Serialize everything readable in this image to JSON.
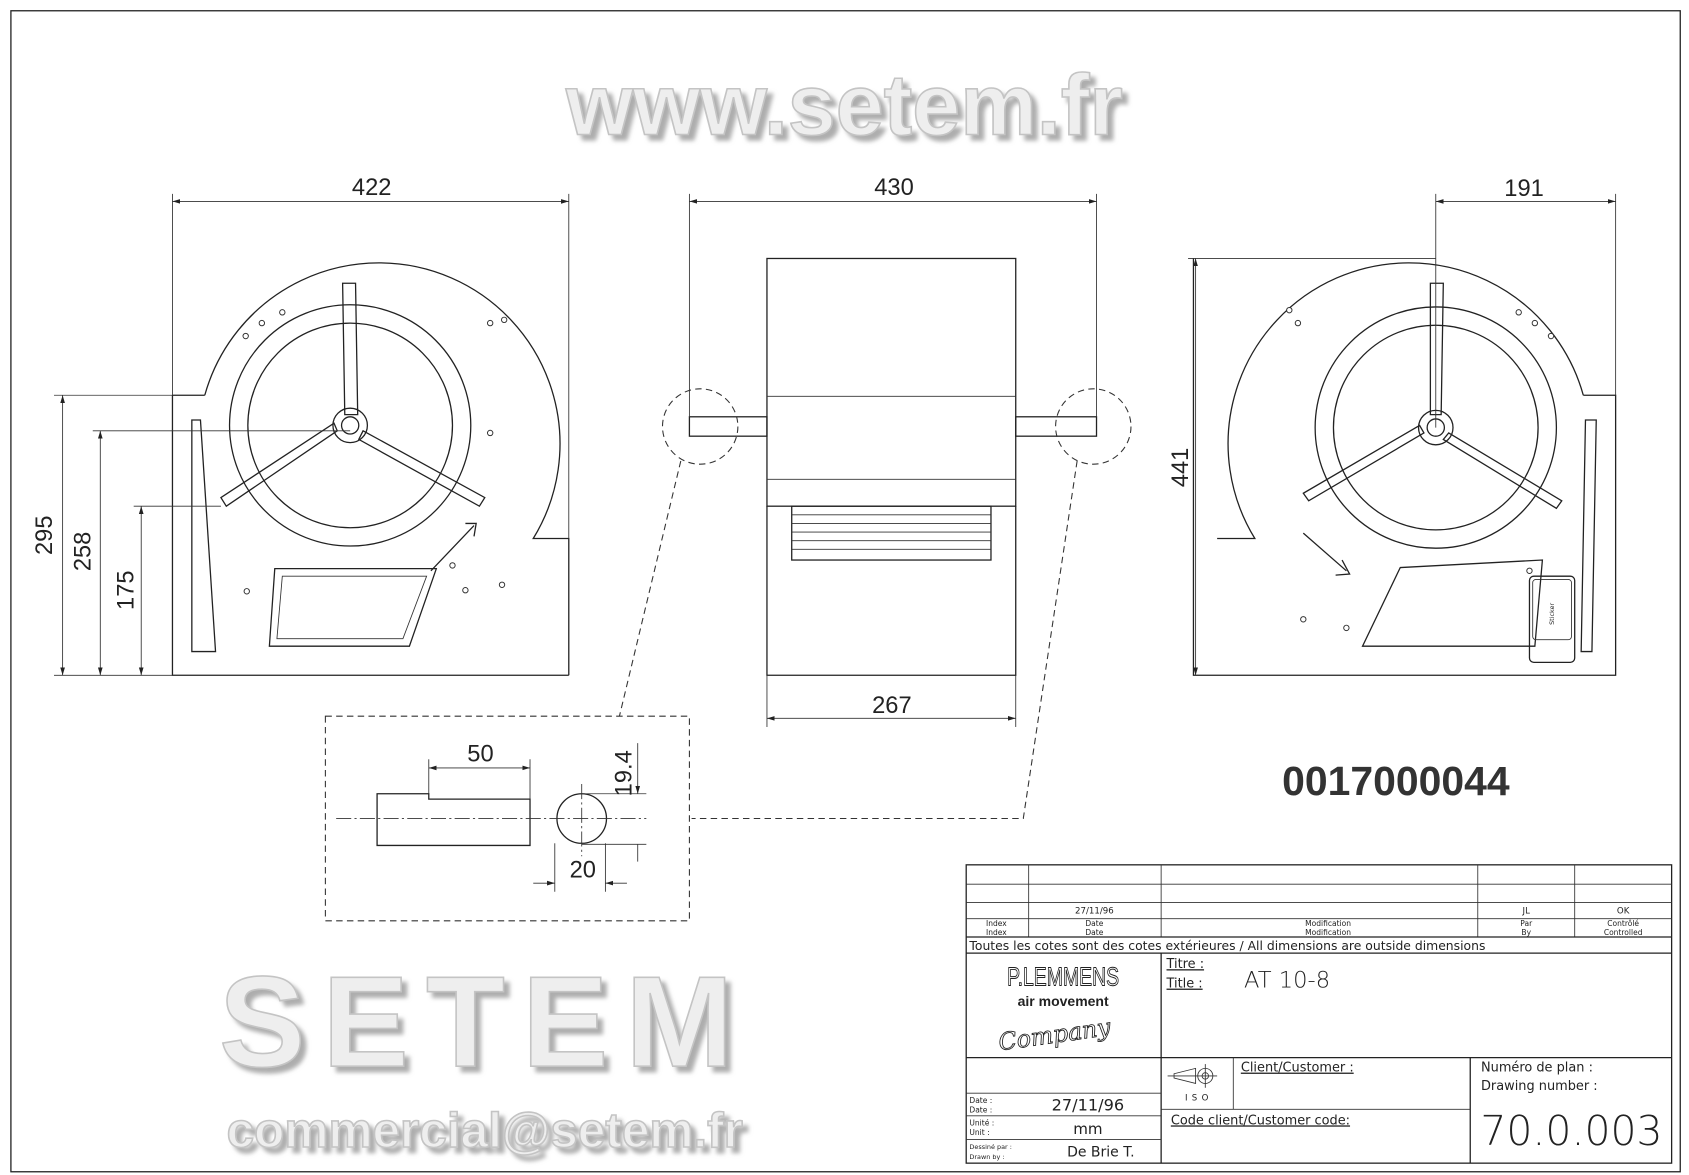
{
  "dimensions": {
    "left_width": "422",
    "middle_width": "430",
    "right_width": "191",
    "height_295": "295",
    "height_258": "258",
    "height_175": "175",
    "right_height": "441",
    "bottom_width": "267",
    "shaft_length": "50",
    "shaft_diameter": "19.4",
    "key_width": "20"
  },
  "part_number": "0017000044",
  "watermark": {
    "url": "www.setem.fr",
    "brand": "SETEM",
    "email": "commercial@setem.fr"
  },
  "title_block": {
    "revision": {
      "date": "27/11/96",
      "by": "JL",
      "controlled": "OK"
    },
    "headers": {
      "index": "Index\nIndex",
      "index_fr": "Index",
      "index_en": "Index",
      "date_fr": "Date",
      "date_en": "Date",
      "modification_fr": "Modification",
      "modification_en": "Modification",
      "by_fr": "Par",
      "by_en": "By",
      "controlled_fr": "Contrôlé",
      "controlled_en": "Controlled"
    },
    "note": "Toutes les cotes sont des cotes extérieures / All dimensions are outside dimensions",
    "logo": {
      "line1": "P.LEMMENS",
      "line2": "air movement",
      "line3": "Company"
    },
    "title_label_fr": "Titre :",
    "title_label_en": "Title :",
    "title": "AT 10-8",
    "iso_label": "ISO",
    "client_label": "Client/Customer :",
    "customer_code_label": "Code client/Customer code:",
    "drawing_number_label_fr": "Numéro de plan :",
    "drawing_number_label_en": "Drawing number :",
    "drawing_number": "70.0.003",
    "date_label_fr": "Date :",
    "date_label_en": "Date :",
    "date": "27/11/96",
    "unit_label_fr": "Unité :",
    "unit_label_en": "Unit :",
    "unit": "mm",
    "drawn_label_fr": "Dessiné par :",
    "drawn_label_en": "Drawn by :",
    "drawn_by": "De Brie T."
  },
  "sticker_label": "Sticker"
}
